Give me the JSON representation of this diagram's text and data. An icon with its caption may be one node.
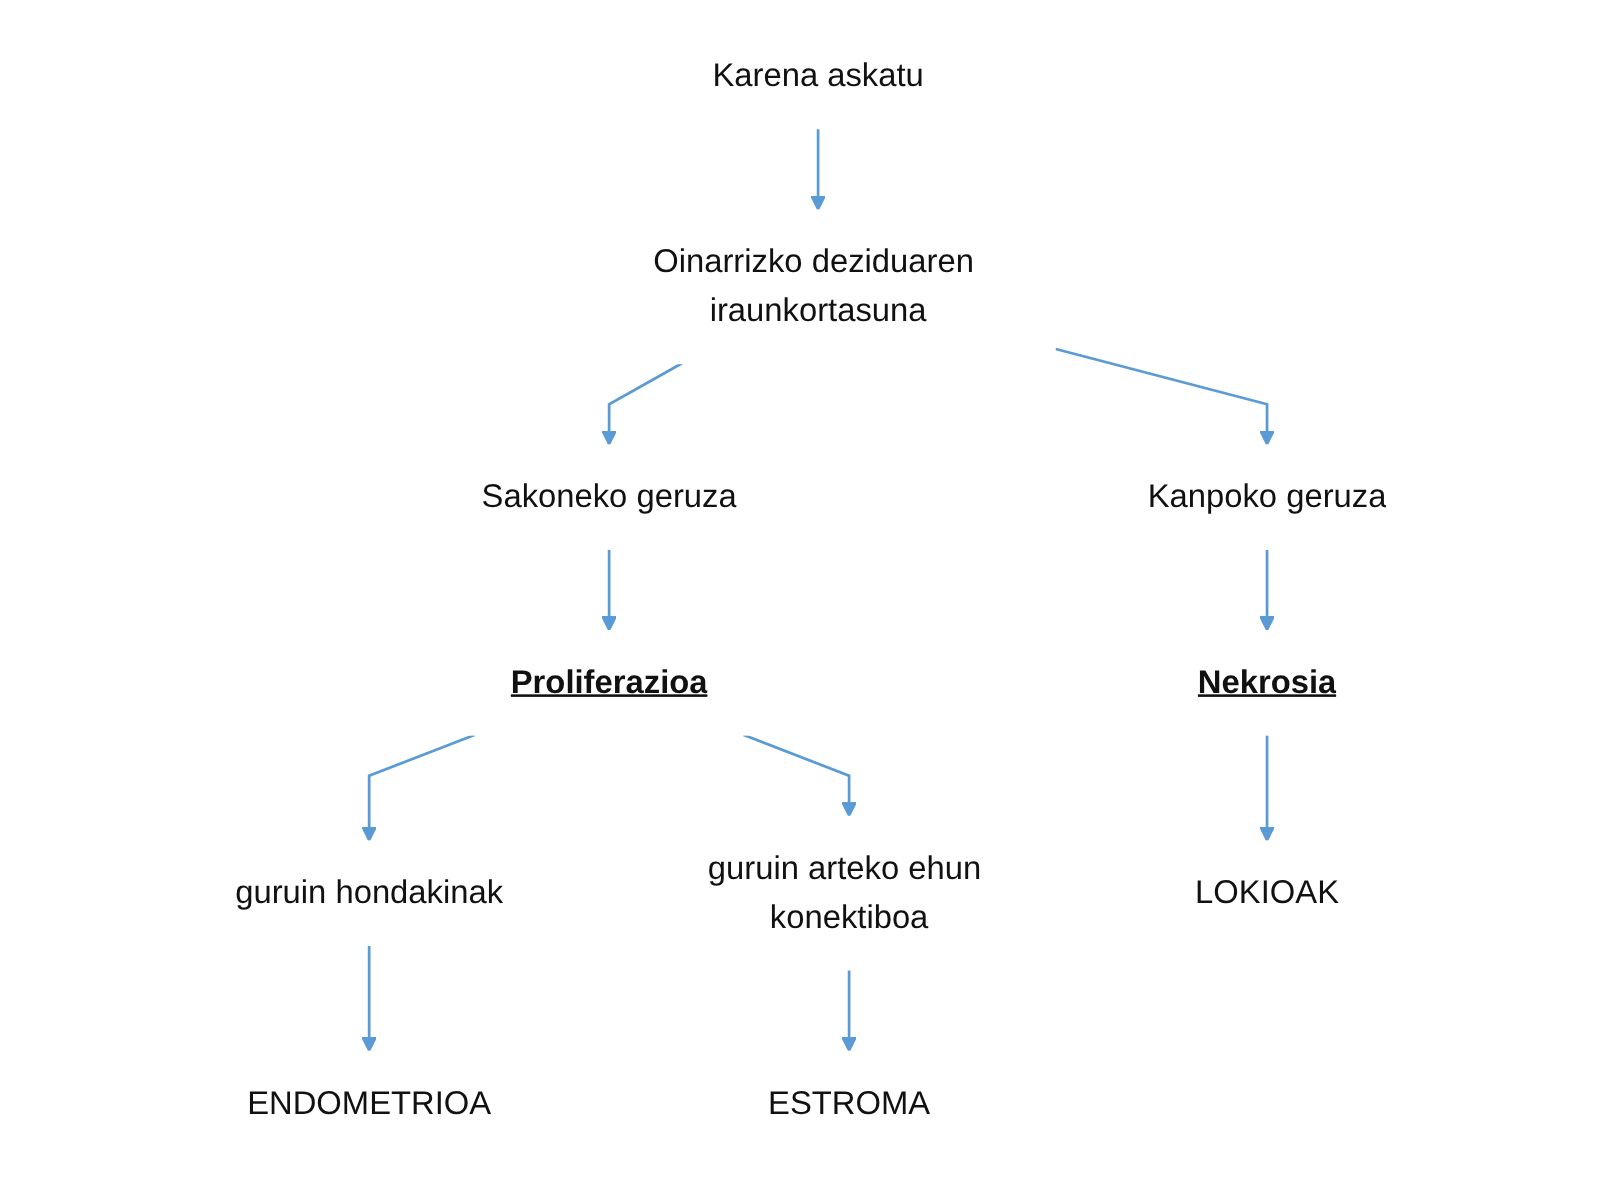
{
  "diagram": {
    "nodes": [
      {
        "text": [
          "Karena askatu"
        ]
      },
      {
        "text": [
          "Oinarrizko deziduaren iraunkortasuna"
        ]
      },
      {
        "text": [
          "Kanpoko geruza"
        ]
      },
      {
        "text": [
          "Sakoneko geruza"
        ]
      },
      {
        "text": [
          "Nekrosia"
        ]
      },
      {
        "text": [
          "Proliferazioa"
        ]
      },
      {
        "text": [
          "guruin hondakinak"
        ]
      },
      {
        "text": [
          "guruin arteko ehun konektiboa"
        ]
      },
      {
        "text": [
          "LOKIOAK"
        ]
      },
      {
        "text": [
          "ENDOMETRIOA"
        ]
      },
      {
        "text": [
          "ESTROMA"
        ]
      }
    ],
    "edges": [
      {
        "from": 0,
        "to": 1,
        "arrow": "to"
      },
      {
        "from": 1,
        "to": 2,
        "arrow": "to"
      },
      {
        "from": 1,
        "to": 3,
        "arrow": "to"
      },
      {
        "from": 2,
        "to": 4,
        "arrow": "to"
      },
      {
        "from": 3,
        "to": 5,
        "arrow": "to"
      },
      {
        "from": 4,
        "to": 8,
        "arrow": "to"
      },
      {
        "from": 5,
        "to": 6,
        "arrow": "to"
      },
      {
        "from": 5,
        "to": 7,
        "arrow": "to"
      },
      {
        "from": 6,
        "to": 9,
        "arrow": "to"
      },
      {
        "from": 7,
        "to": 10,
        "arrow": "to"
      }
    ]
  }
}
